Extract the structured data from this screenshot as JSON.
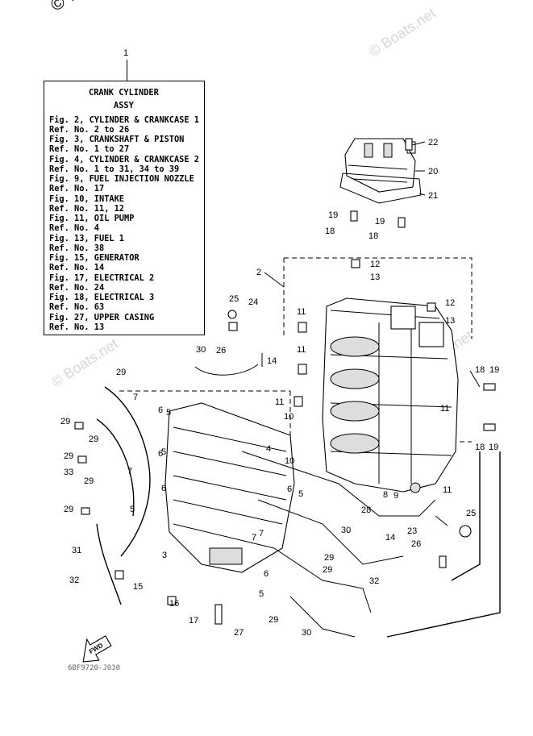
{
  "watermark": {
    "main": "© Boats.net",
    "ghost_top_right": "© Boats.net",
    "ghost_left": "© Boats.net",
    "ghost_mid": "© Boats.net"
  },
  "assembly_ref": "1",
  "legend": {
    "title_line1": "CRANK  CYLINDER",
    "title_line2": "ASSY",
    "lines": [
      "Fig. 2, CYLINDER & CRANKCASE 1",
      "    Ref. No. 2 to 26",
      "Fig. 3, CRANKSHAFT & PISTON",
      "    Ref. No. 1 to 27",
      "Fig. 4, CYLINDER & CRANKCASE 2",
      "    Ref. No. 1 to 31, 34 to 39",
      "Fig. 9, FUEL INJECTION NOZZLE",
      "    Ref. No. 17",
      "Fig. 10, INTAKE",
      "    Ref. No. 11, 12",
      "Fig. 11, OIL PUMP",
      "    Ref. No. 4",
      "Fig. 13, FUEL 1",
      "    Ref. No. 38",
      "Fig. 15, GENERATOR",
      "    Ref. No. 14",
      "Fig. 17, ELECTRICAL 2",
      "    Ref. No. 24",
      "Fig. 18, ELECTRICAL 3",
      "    Ref. No. 63",
      "Fig. 27, UPPER CASING",
      "    Ref. No. 13"
    ]
  },
  "callouts": [
    "22",
    "20",
    "21",
    "19",
    "18",
    "19",
    "18",
    "2",
    "12",
    "13",
    "25",
    "24",
    "26",
    "30",
    "11",
    "11",
    "12",
    "13",
    "14",
    "29",
    "11",
    "18",
    "19",
    "7",
    "6",
    "5",
    "10",
    "11",
    "29",
    "29",
    "6",
    "18",
    "19",
    "10",
    "29",
    "5",
    "33",
    "7",
    "4",
    "29",
    "6",
    "9",
    "8",
    "11",
    "28",
    "29",
    "5",
    "6",
    "5",
    "30",
    "14",
    "7",
    "31",
    "3",
    "6",
    "23",
    "25",
    "26",
    "29",
    "7",
    "32",
    "15",
    "16",
    "32",
    "5",
    "29",
    "17",
    "27",
    "29",
    "30"
  ],
  "fwd_label": "FWD",
  "drawing_code": "6BF9720-J030"
}
